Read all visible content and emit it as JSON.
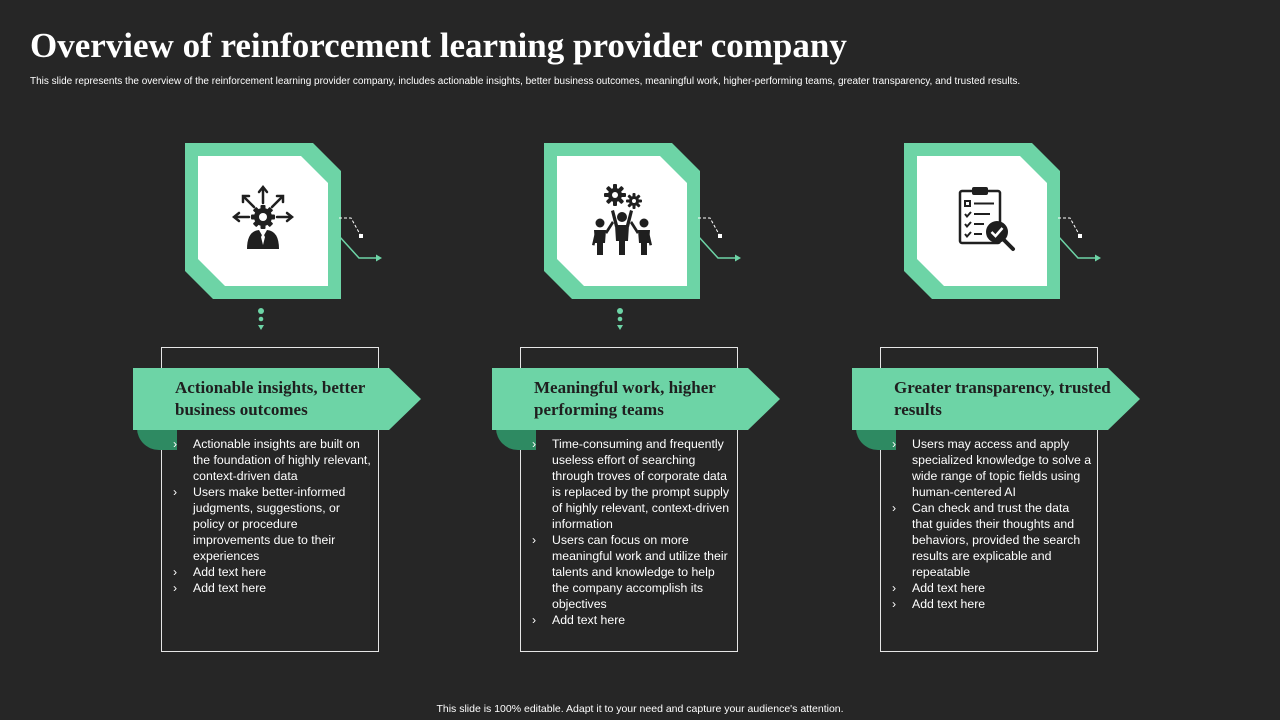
{
  "title": "Overview of reinforcement learning provider company",
  "subtitle": "This slide represents the overview of the reinforcement learning provider company, includes actionable insights, better business outcomes, meaningful work, higher-performing teams, greater transparency, and trusted results.",
  "footer": "This slide is 100% editable. Adapt it to your need and capture your audience's attention.",
  "colors": {
    "background": "#262626",
    "accent": "#6dd4a6",
    "accent_dark": "#2e8a62"
  },
  "bullet_glyph": "›",
  "columns": [
    {
      "icon": "businessman-gear-arrows-icon",
      "heading": "Actionable insights, better business outcomes",
      "bullets": [
        "Actionable insights are built on the foundation  of highly relevant,  context-driven  data",
        "Users make better-informed judgments, suggestions, or policy or procedure improvements  due to their experiences",
        "Add text here",
        "Add text here"
      ]
    },
    {
      "icon": "team-gears-icon",
      "heading": "Meaningful work, higher performing teams",
      "bullets": [
        "Time-consuming  and frequently  useless effort  of searching through  troves of corporate data is replaced  by the prompt supply of highly relevant,  context-driven information",
        "Users can focus  on more meaningful work and utilize their talents and knowledge to help the company accomplish its objectives",
        "Add text here"
      ]
    },
    {
      "icon": "clipboard-check-icon",
      "heading": "Greater transparency, trusted results",
      "bullets": [
        "Users may access and apply specialized knowledge to solve  a wide range of topic fields using human-centered AI",
        "Can check and trust the data that guides their thoughts and behaviors, provided  the search results are explicable and repeatable",
        "Add text here",
        "Add text here"
      ]
    }
  ]
}
